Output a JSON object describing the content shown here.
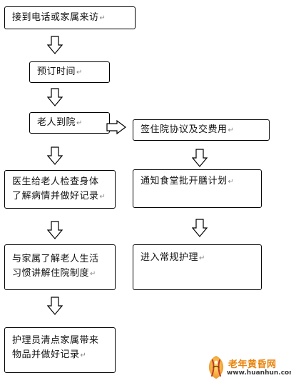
{
  "flowchart": {
    "steps": {
      "receive_call": {
        "text": "接到电话或家属来访",
        "mark": "↵"
      },
      "book_time": {
        "text": "预订时间",
        "mark": "↵"
      },
      "arrive": {
        "text": "老人到院",
        "mark": "↵"
      },
      "sign_agreement": {
        "text": "签住院协议及交费用",
        "mark": "↵"
      },
      "medical_check": {
        "line1": "医生给老人检查身体",
        "line2": "了解病情并做好记录",
        "mark": "↵"
      },
      "notify_canteen": {
        "text": "通知食堂批开膳计划",
        "mark": "↵"
      },
      "family_talk": {
        "line1": "与家属了解老人生活",
        "line2": "习惯讲解住院制度",
        "mark": "↵"
      },
      "routine_care": {
        "text": "进入常规护理",
        "mark": "↵"
      },
      "inventory": {
        "line1": "护理员清点家属带来",
        "line2": "物品并做好记录",
        "mark": "↵"
      }
    },
    "arrow_style": "hollow-block-arrow"
  },
  "watermark": {
    "brand": "老年黄昏网",
    "url": "www.huanhun.com",
    "colors": {
      "brand": "#e8840e",
      "url": "#3a3a3a"
    }
  }
}
